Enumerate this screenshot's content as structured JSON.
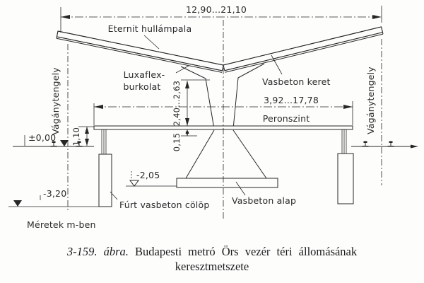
{
  "figure": {
    "caption_number": "3-159. ábra.",
    "caption_text": "Budapesti metró Örs vezér téri állomásának",
    "caption_line2": "keresztmetszete",
    "units_note": "Méretek m-ben"
  },
  "labels": {
    "roof_sheet": "Eternit hullámpala",
    "ceiling_line1": "Luxaflex-",
    "ceiling_line2": "burkolat",
    "frame": "Vasbeton keret",
    "platform": "Peronszint",
    "foundation": "Vasbeton alap",
    "pile": "Fúrt vasbeton cölöp",
    "track_axis_left": "Vágánytengely",
    "track_axis_right": "Vágánytengely"
  },
  "dims": {
    "roof_span": "12,90...21,10",
    "platform_span": "3,92...17,78",
    "clearance": "2,40...2,63",
    "slab_thickness": "0,15",
    "platform_height": "1,10",
    "level_zero": "±0,00",
    "level_foundation": "-2,05",
    "level_pile": "-3,20"
  },
  "colors": {
    "ink": "#262626",
    "paper": "#fdfdfc"
  }
}
